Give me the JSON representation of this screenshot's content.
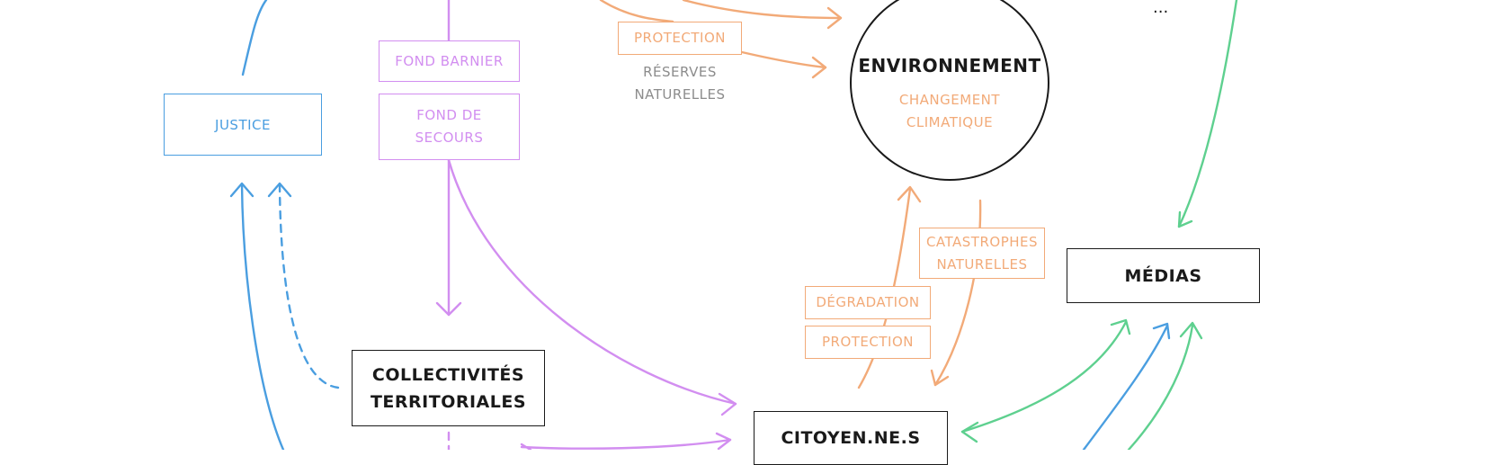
{
  "nodes": {
    "justice": "JUSTICE",
    "fond_barnier": "FOND BARNIER",
    "fond_secours": "FOND DE\nSECOURS",
    "protection_top": "PROTECTION",
    "reserves": "RÉSERVES\nNATURELLES",
    "environnement": "ENVIRONNEMENT",
    "changement": "CHANGEMENT\nCLIMATIQUE",
    "ellipsis": "...",
    "catastrophes": "CATASTROPHES\nNATURELLES",
    "degradation": "DÉGRADATION",
    "protection_bottom": "PROTECTION",
    "medias": "MÉDIAS",
    "collectivites": "COLLECTIVITÉS\nTERRITORIALES",
    "citoyens": "CITOYEN.NE.S"
  },
  "colors": {
    "blue": "#4a9ee0",
    "purple": "#d28ef0",
    "orange": "#f2aa78",
    "green": "#5ed08f",
    "black": "#1a1a1a",
    "gray": "#8c8c8c"
  }
}
